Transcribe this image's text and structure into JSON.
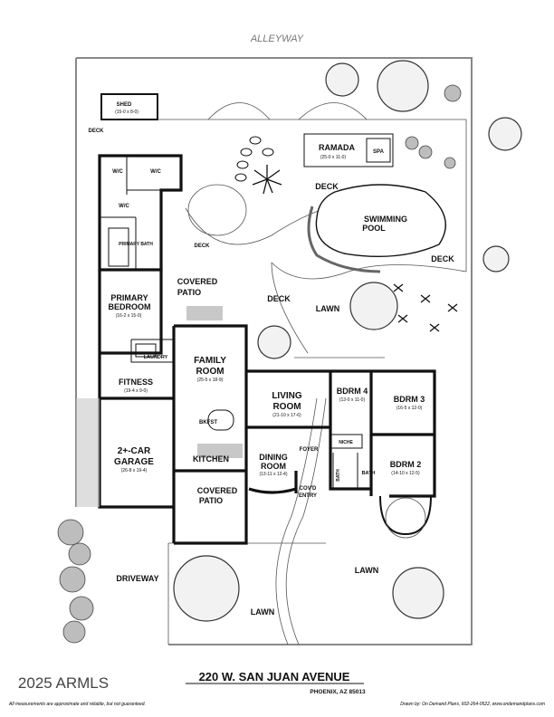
{
  "plan": {
    "alley_label": "ALLEYWAY",
    "rooms": {
      "shed": {
        "name": "SHED",
        "dims": "(15-0 x 8-0)"
      },
      "deck_nw": {
        "name": "DECK"
      },
      "wic_1": {
        "name": "W/C"
      },
      "wic_2": {
        "name": "W/C"
      },
      "wic_3": {
        "name": "W/C"
      },
      "primary_bath": {
        "name": "PRIMARY BATH"
      },
      "deck_mid": {
        "name": "DECK"
      },
      "covered_patio_n": {
        "name_1": "COVERED",
        "name_2": "PATIO"
      },
      "primary_bedroom": {
        "name_1": "PRIMARY",
        "name_2": "BEDROOM",
        "dims": "(16-2 x 15-0)"
      },
      "deck_center": {
        "name": "DECK"
      },
      "ramada": {
        "name": "RAMADA",
        "dims": "(25-0 x 11-0)"
      },
      "spa": {
        "name": "SPA"
      },
      "deck_pool": {
        "name": "DECK"
      },
      "pool": {
        "name_1": "SWIMMING",
        "name_2": "POOL"
      },
      "deck_east": {
        "name": "DECK"
      },
      "lawn_north": {
        "name": "LAWN"
      },
      "laundry": {
        "name": "LAUNDRY"
      },
      "family_room": {
        "name_1": "FAMILY",
        "name_2": "ROOM",
        "dims": "(25-5 x 18-9)"
      },
      "fitness": {
        "name": "FITNESS",
        "dims": "(19-4 x 9-0)"
      },
      "living_room": {
        "name_1": "LIVING",
        "name_2": "ROOM",
        "dims": "(21-10 x 17-6)"
      },
      "bdrm4": {
        "name": "BDRM 4",
        "dims": "(13-0 x 11-0)"
      },
      "bdrm3": {
        "name": "BDRM 3",
        "dims": "(16-5 x 12-0)"
      },
      "bkfst": {
        "name": "BKFST"
      },
      "niche": {
        "name": "NICHE"
      },
      "garage": {
        "name_1": "2+-CAR",
        "name_2": "GARAGE",
        "dims": "(26-8 x 19-4)"
      },
      "kitchen": {
        "name": "KITCHEN"
      },
      "foyer": {
        "name": "FOYER"
      },
      "dining_room": {
        "name_1": "DINING",
        "name_2": "ROOM",
        "dims": "(13-11 x 12-4)"
      },
      "bath_a": {
        "name": "BATH"
      },
      "bath_b": {
        "name": "BATH"
      },
      "bdrm2": {
        "name": "BDRM 2",
        "dims": "(14-10 x 12-5)"
      },
      "covered_patio_s": {
        "name_1": "COVERED",
        "name_2": "PATIO"
      },
      "covd_entry": {
        "name_1": "COV'D",
        "name_2": "ENTRY"
      },
      "driveway": {
        "name": "DRIVEWAY"
      },
      "lawn_east": {
        "name": "LAWN"
      },
      "lawn_south": {
        "name": "LAWN"
      }
    }
  },
  "footer": {
    "watermark": "2025 ARMLS",
    "address": "220 W. SAN JUAN AVENUE",
    "city": "PHOENIX, AZ 85013",
    "disclaimer": "All measurements are approximate and reliable, but not guaranteed.",
    "credit": "Drawn by: On Demand Plans, 602-264-0522, www.ondemandplans.com"
  }
}
